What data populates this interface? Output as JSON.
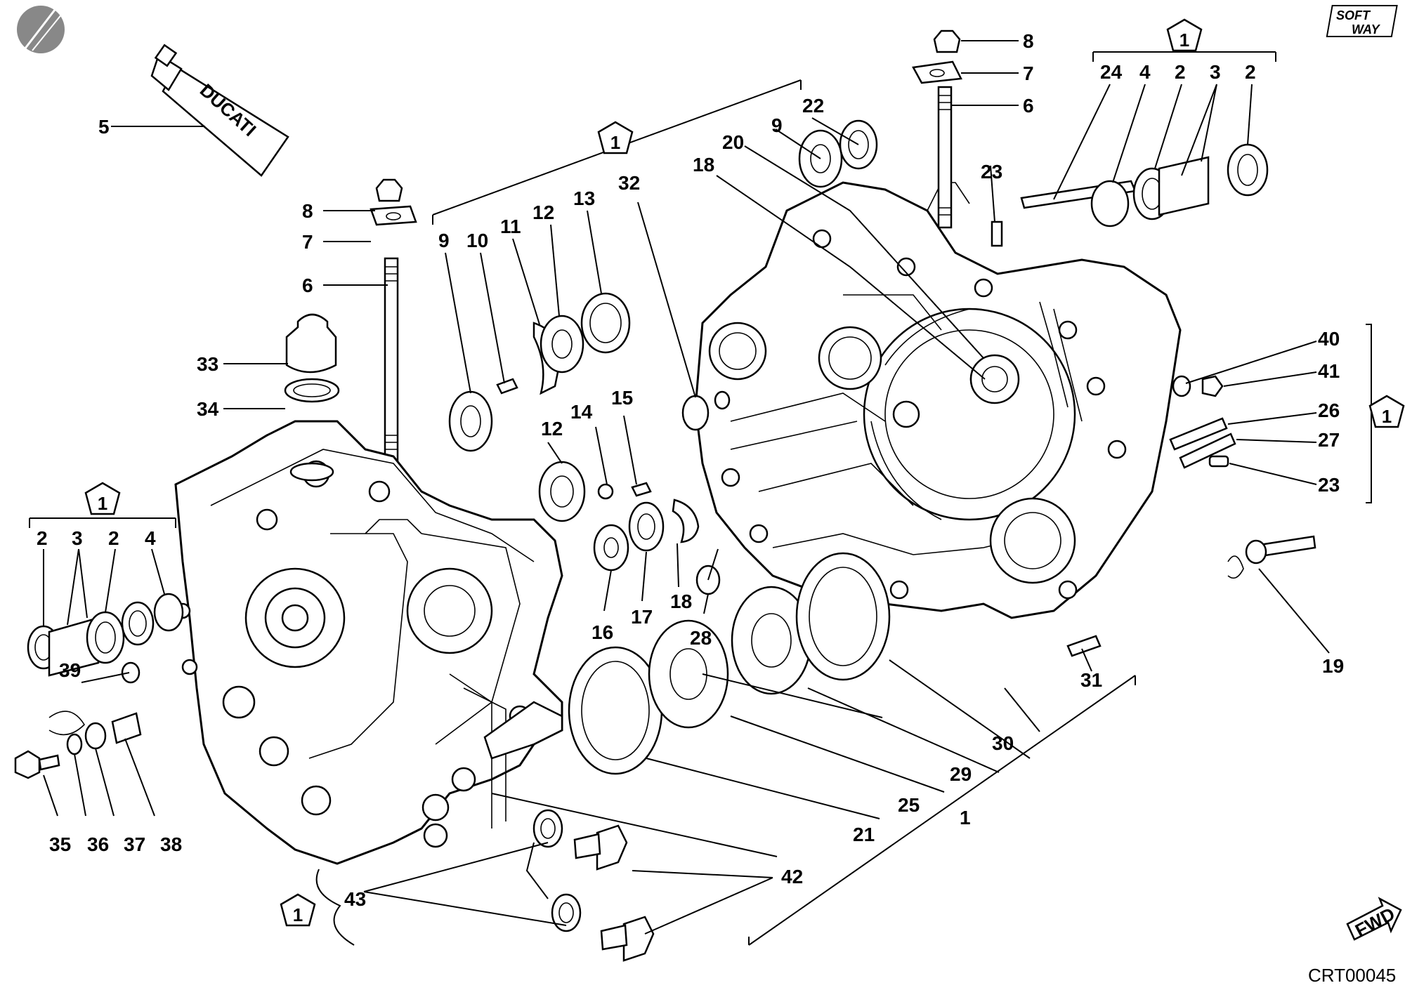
{
  "tube_brand": "DUCATI",
  "publisher_logo": {
    "line1": "SOFT",
    "line2": "WAY"
  },
  "diagram_code": "CRT00045",
  "fwd_label": "FWD",
  "group_symbol": "1",
  "callouts": [
    "1",
    "2",
    "3",
    "4",
    "5",
    "6",
    "7",
    "8",
    "9",
    "10",
    "11",
    "12",
    "13",
    "14",
    "15",
    "16",
    "17",
    "18",
    "19",
    "20",
    "21",
    "22",
    "23",
    "24",
    "25",
    "26",
    "27",
    "28",
    "29",
    "30",
    "31",
    "32",
    "33",
    "34",
    "35",
    "36",
    "37",
    "38",
    "39",
    "40",
    "41",
    "42",
    "43"
  ]
}
